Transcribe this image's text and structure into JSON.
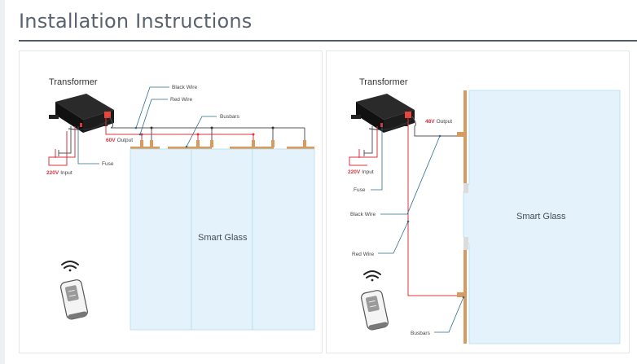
{
  "page": {
    "heading": "Installation Instructions"
  },
  "colors": {
    "heading": "#5a6270",
    "rule": "#515b69",
    "glass_fill": "#e3f2fb",
    "glass_border": "#b9dcea",
    "busbar": "#d99a5f",
    "red_wire": "#d8353d",
    "black_wire": "#555555",
    "leader": "#2d6e8c"
  },
  "diagram_left": {
    "transformer_label": "Transformer",
    "black_wire_label": "Black Wire",
    "red_wire_label": "Red Wire",
    "busbars_label": "Busbars",
    "output_voltage": "60V",
    "output_label": "Output",
    "input_voltage": "220V",
    "input_label": "Input",
    "fuse_label": "Fuse",
    "glass_label": "Smart Glass",
    "glass_panel_count": 3
  },
  "diagram_right": {
    "transformer_label": "Transformer",
    "output_voltage": "48V",
    "output_label": "Output",
    "input_voltage": "220V",
    "input_label": "Input",
    "fuse_label": "Fuse",
    "black_wire_label": "Black Wire",
    "red_wire_label": "Red Wire",
    "busbars_label": "Busbars",
    "glass_label": "Smart Glass"
  },
  "icons": {
    "wifi": "wifi-icon",
    "remote": "remote-control-icon",
    "transformer": "transformer-box-icon"
  }
}
